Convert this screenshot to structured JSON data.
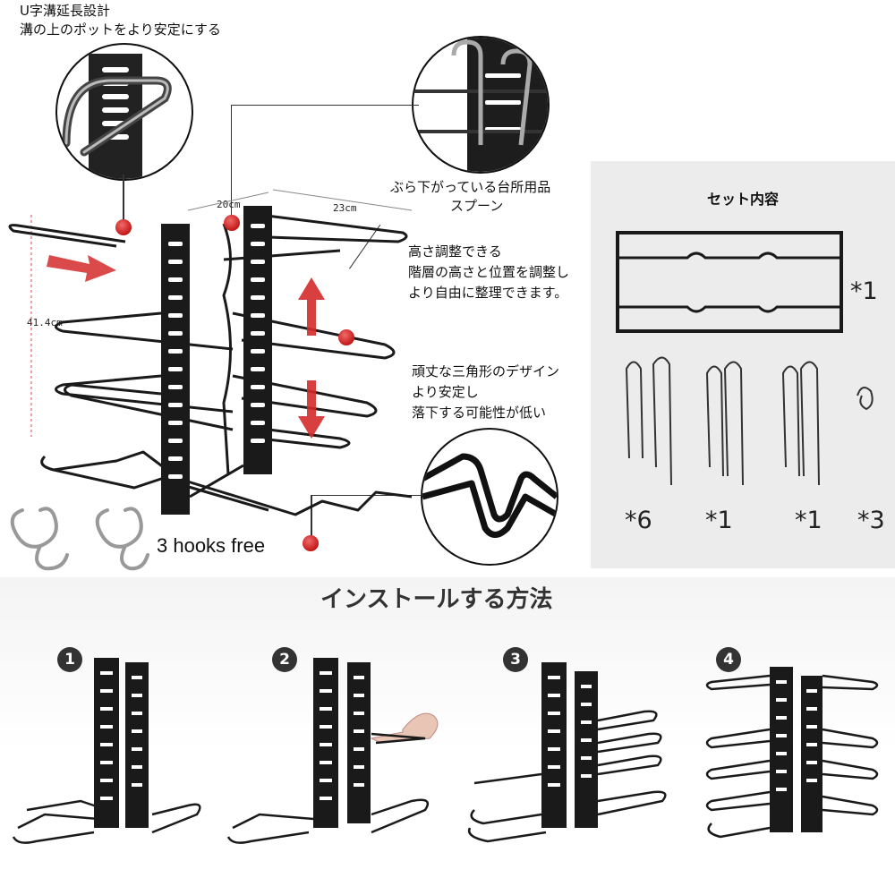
{
  "callouts": {
    "u_groove_title": "U字溝延長設計",
    "u_groove_desc": "溝の上のポットをより安定にする",
    "hanging_line1": "ぶら下がっている台所用品",
    "hanging_line2": "スプーン",
    "height_line1": "高さ調整できる",
    "height_line2": "階層の高さと位置を調整し",
    "height_line3": "より自由に整理できます。",
    "triangle_line1": "頑丈な三角形のデザイン",
    "triangle_line2": "より安定し",
    "triangle_line3": "落下する可能性が低い",
    "hooks_free": "3 hooks free"
  },
  "dimensions": {
    "width_depth": "20cm",
    "width_arm": "23cm",
    "height": "41.4cm"
  },
  "set_contents": {
    "title": "セット内容",
    "frame_count": "*1",
    "counts": [
      "*6",
      "*1",
      "*1",
      "*3"
    ]
  },
  "install": {
    "title": "インストールする方法",
    "steps": [
      "1",
      "2",
      "3",
      "4"
    ]
  },
  "colors": {
    "accent_red": "#d42a2a",
    "frame_black": "#1a1a1a",
    "panel_gray": "#ececec"
  }
}
